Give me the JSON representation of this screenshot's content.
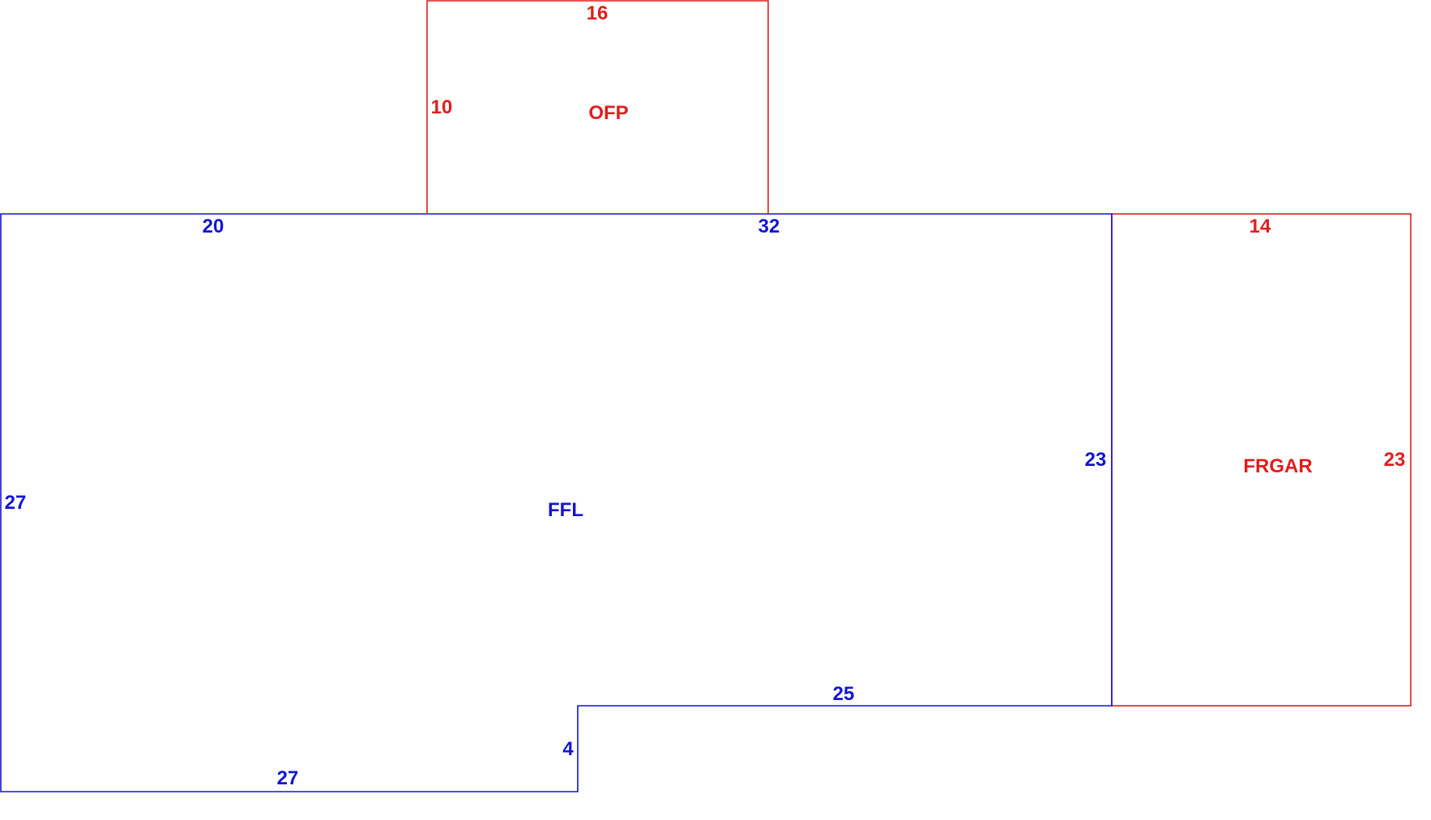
{
  "colors": {
    "living_area": "#1414d2",
    "porch_garage": "#e01e1e",
    "background": "#ffffff"
  },
  "areas": {
    "ffl": {
      "label": "FFL",
      "dimensions": {
        "top_left": "20",
        "top_right": "32",
        "left": "27",
        "right": "23",
        "bottom_left": "27",
        "step": "4",
        "bottom_right": "25"
      }
    },
    "ofp": {
      "label": "OFP",
      "dimensions": {
        "top": "16",
        "left": "10"
      }
    },
    "frgar": {
      "label": "FRGAR",
      "dimensions": {
        "top": "14",
        "right": "23"
      }
    }
  }
}
